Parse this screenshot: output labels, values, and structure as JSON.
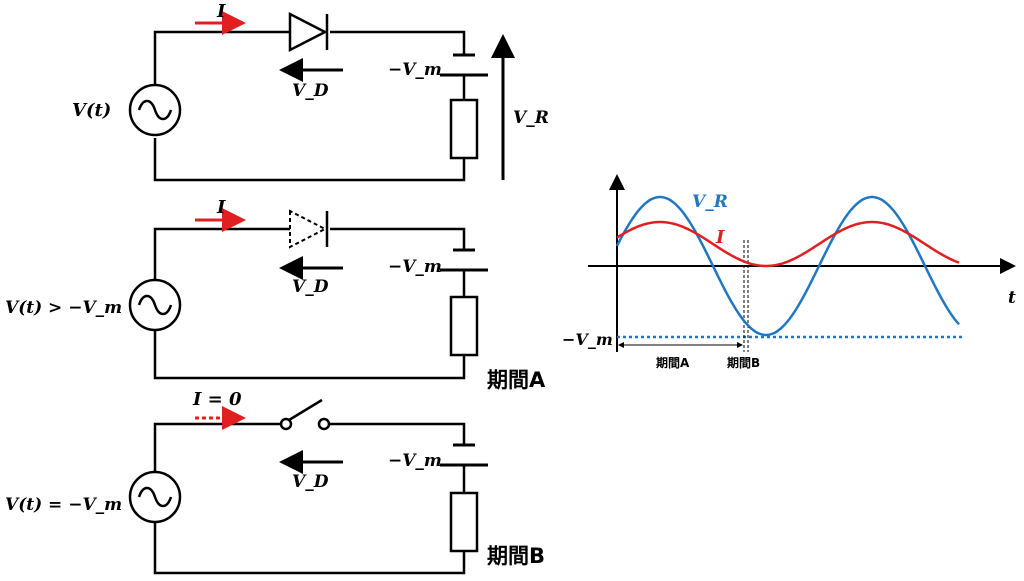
{
  "circuit1": {
    "current_label": "I",
    "source_label": "V(t)",
    "diode_voltage_label": "V_D",
    "battery_label": "−V_m",
    "resistor_voltage_label": "V_R"
  },
  "circuit2": {
    "current_label": "I",
    "source_label": "V(t) > −V_m",
    "diode_voltage_label": "V_D",
    "battery_label": "−V_m",
    "period_label": "期間A"
  },
  "circuit3": {
    "current_label": "I = 0",
    "source_label": "V(t) = −V_m",
    "diode_voltage_label": "V_D",
    "battery_label": "−V_m",
    "period_label": "期間B"
  },
  "graph": {
    "vr_label": "V_R",
    "i_label": "I",
    "t_label": "t",
    "vm_label": "−V_m",
    "period_a": "期間A",
    "period_b": "期間B",
    "colors": {
      "vr": "#1f77c4",
      "i": "#e02020",
      "current_arrow": "#e02020"
    }
  }
}
